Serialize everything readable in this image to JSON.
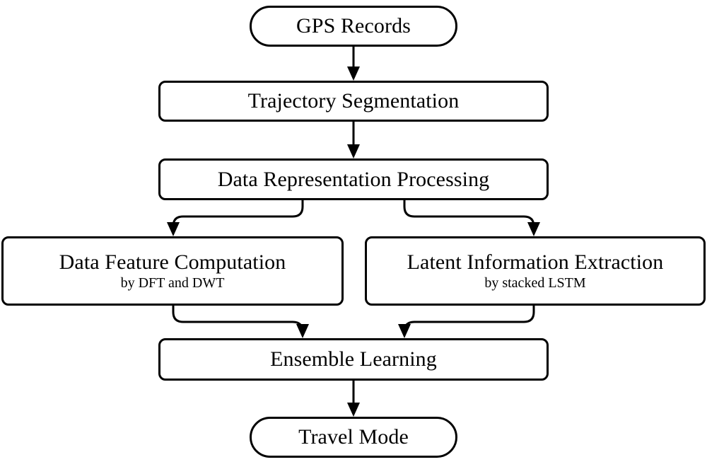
{
  "diagram": {
    "type": "flowchart",
    "orientation": "top-to-bottom",
    "background_color": "#ffffff",
    "line_color": "#000000",
    "nodes": [
      {
        "id": "gps-records",
        "shape": "pill",
        "title": "GPS Records",
        "subtitle": ""
      },
      {
        "id": "trajectory-segmentation",
        "shape": "rounded-rectangle",
        "title": "Trajectory Segmentation",
        "subtitle": ""
      },
      {
        "id": "data-representation-processing",
        "shape": "rounded-rectangle",
        "title": "Data Representation Processing",
        "subtitle": ""
      },
      {
        "id": "data-feature-computation",
        "shape": "rounded-rectangle",
        "title": "Data Feature Computation",
        "subtitle": "by DFT and DWT"
      },
      {
        "id": "latent-information-extraction",
        "shape": "rounded-rectangle",
        "title": "Latent Information Extraction",
        "subtitle": "by stacked LSTM"
      },
      {
        "id": "ensemble-learning",
        "shape": "rounded-rectangle",
        "title": "Ensemble Learning",
        "subtitle": ""
      },
      {
        "id": "travel-mode",
        "shape": "pill",
        "title": "Travel Mode",
        "subtitle": ""
      }
    ],
    "edges": [
      {
        "from": "gps-records",
        "to": "trajectory-segmentation",
        "style": "straight-arrow"
      },
      {
        "from": "trajectory-segmentation",
        "to": "data-representation-processing",
        "style": "straight-arrow"
      },
      {
        "from": "data-representation-processing",
        "to": "data-feature-computation",
        "style": "elbow-arrow"
      },
      {
        "from": "data-representation-processing",
        "to": "latent-information-extraction",
        "style": "elbow-arrow"
      },
      {
        "from": "data-feature-computation",
        "to": "ensemble-learning",
        "style": "elbow-arrow"
      },
      {
        "from": "latent-information-extraction",
        "to": "ensemble-learning",
        "style": "elbow-arrow"
      },
      {
        "from": "ensemble-learning",
        "to": "travel-mode",
        "style": "straight-arrow"
      }
    ]
  }
}
